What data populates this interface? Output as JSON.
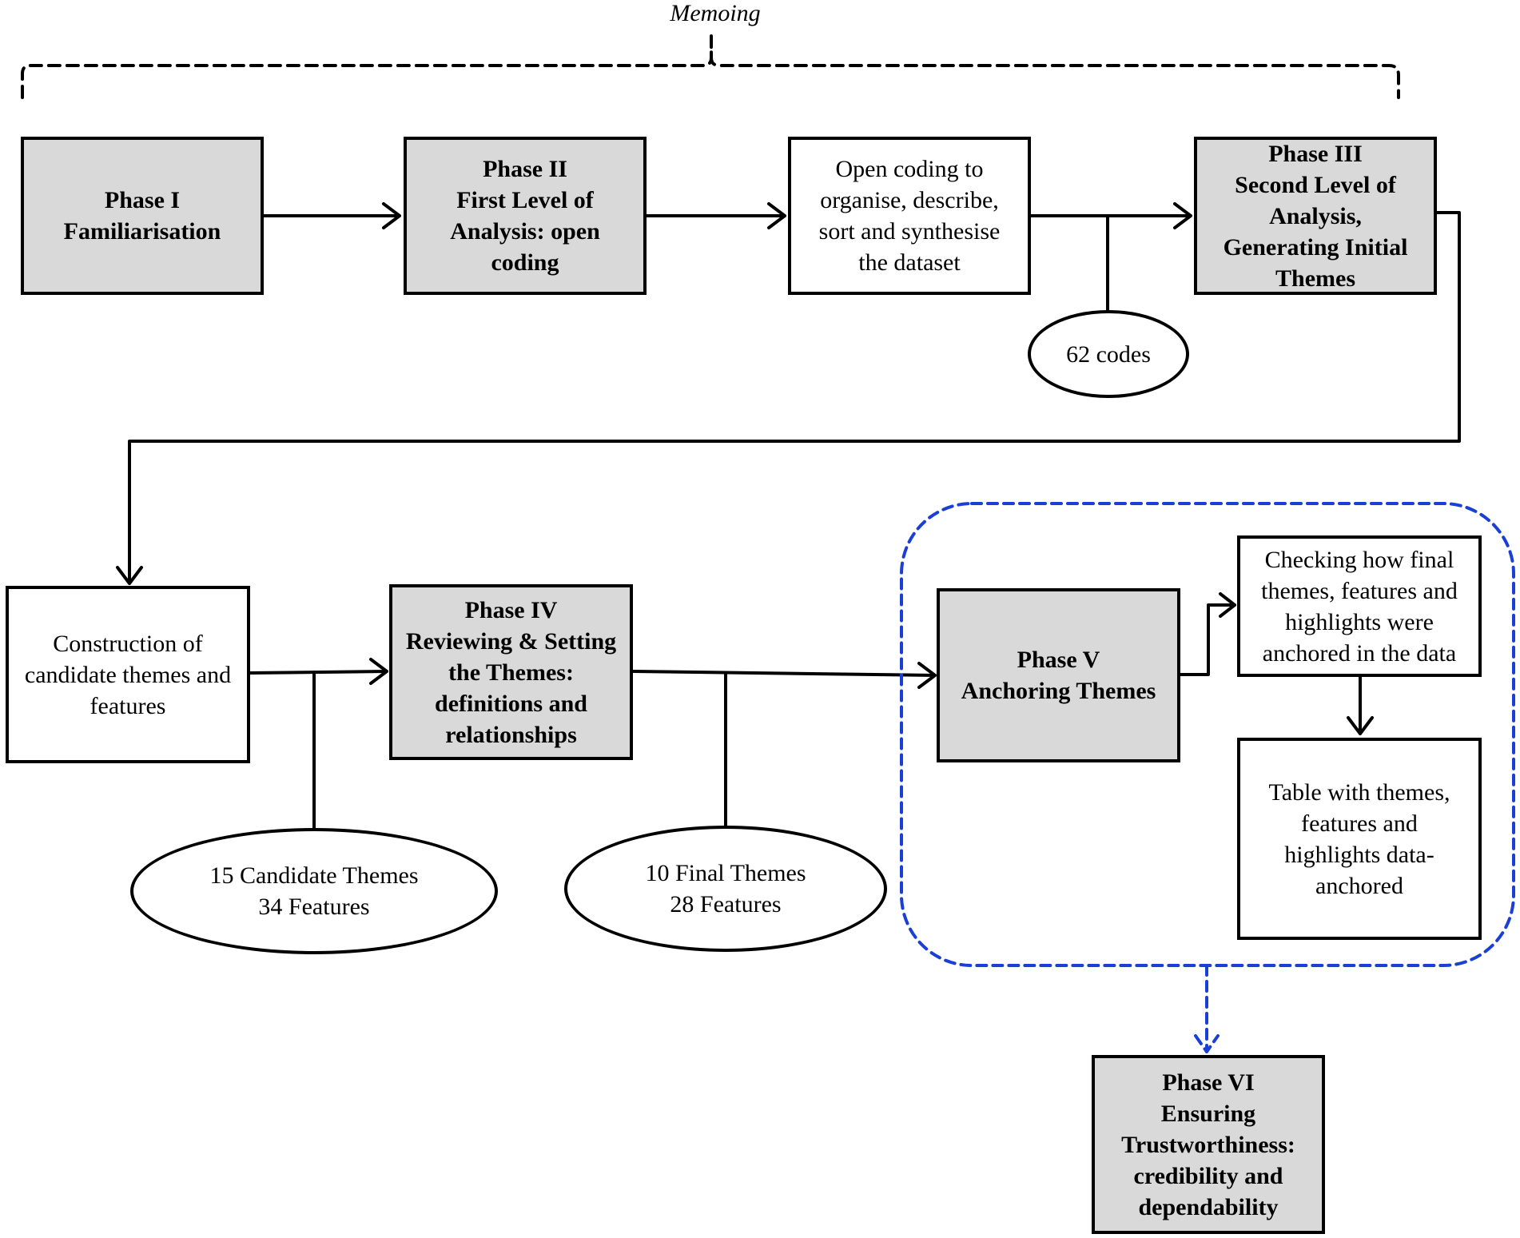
{
  "memo_label": "Memoing",
  "nodes": {
    "phase1": "Phase I\nFamiliarisation",
    "phase2": "Phase II\nFirst Level of\nAnalysis: open\ncoding",
    "open_coding": "Open coding to\norganise, describe,\nsort and synthesise\nthe dataset",
    "phase3": "Phase III\nSecond Level of\nAnalysis,\nGenerating Initial\nThemes",
    "codes": "62 codes",
    "construction": "Construction of\ncandidate themes and\nfeatures",
    "phase4": "Phase IV\nReviewing & Setting\nthe Themes:\ndefinitions and\nrelationships",
    "candidate": "15 Candidate Themes\n34 Features",
    "final": "10 Final Themes\n28 Features",
    "phase5": "Phase V\nAnchoring Themes",
    "checking": "Checking how final\nthemes, features and\nhighlights were\nanchored in the data",
    "table": "Table with themes,\nfeatures and\nhighlights data-\nanchored",
    "phase6": "Phase VI\nEnsuring\nTrustworthiness:\ncredibility and\ndependability"
  },
  "colors": {
    "phase_fill": "#d9d9d9",
    "line": "#000000",
    "group_border": "#1a3fd6"
  }
}
